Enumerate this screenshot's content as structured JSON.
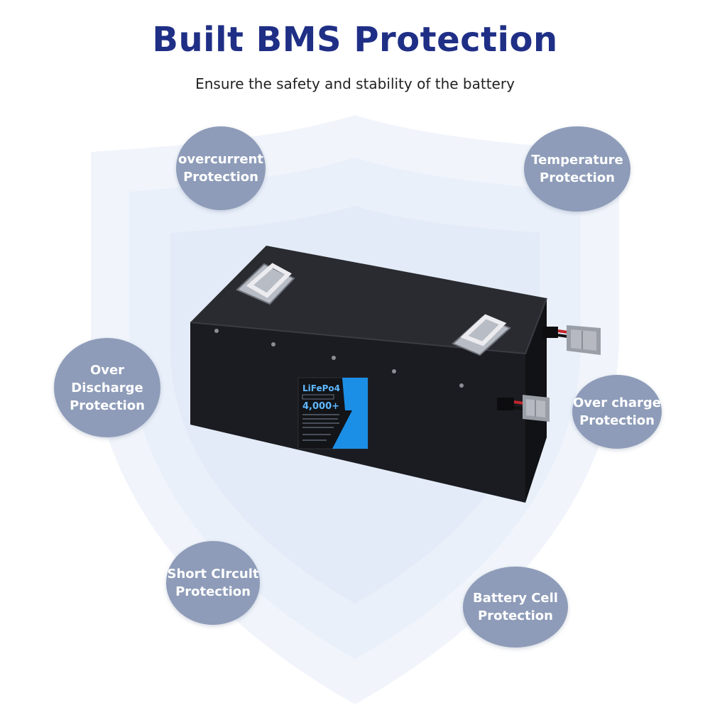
{
  "header": {
    "title": "Built BMS Protection",
    "subtitle": "Ensure the safety and stability of the battery"
  },
  "features": {
    "overcurrent": [
      "overcurrent",
      "Protection"
    ],
    "temperature": [
      "Temperature",
      "Protection"
    ],
    "over_discharge": [
      "Over Discharge",
      "Protection"
    ],
    "over_charge": [
      "Over charge",
      "Protection"
    ],
    "short_circuit": [
      "Short CIrcult",
      "Protection"
    ],
    "battery_cell": [
      "Battery Cell",
      "Protection"
    ]
  },
  "battery_label": {
    "chemistry": "LiFePo4",
    "cycles": "4,000+"
  },
  "colors": {
    "title": "#1f2f86",
    "bubble": "#8e9cb9",
    "shield": "#eef3fb",
    "battery_body": "#1c1d22",
    "label_accent": "#1b8fe6"
  }
}
